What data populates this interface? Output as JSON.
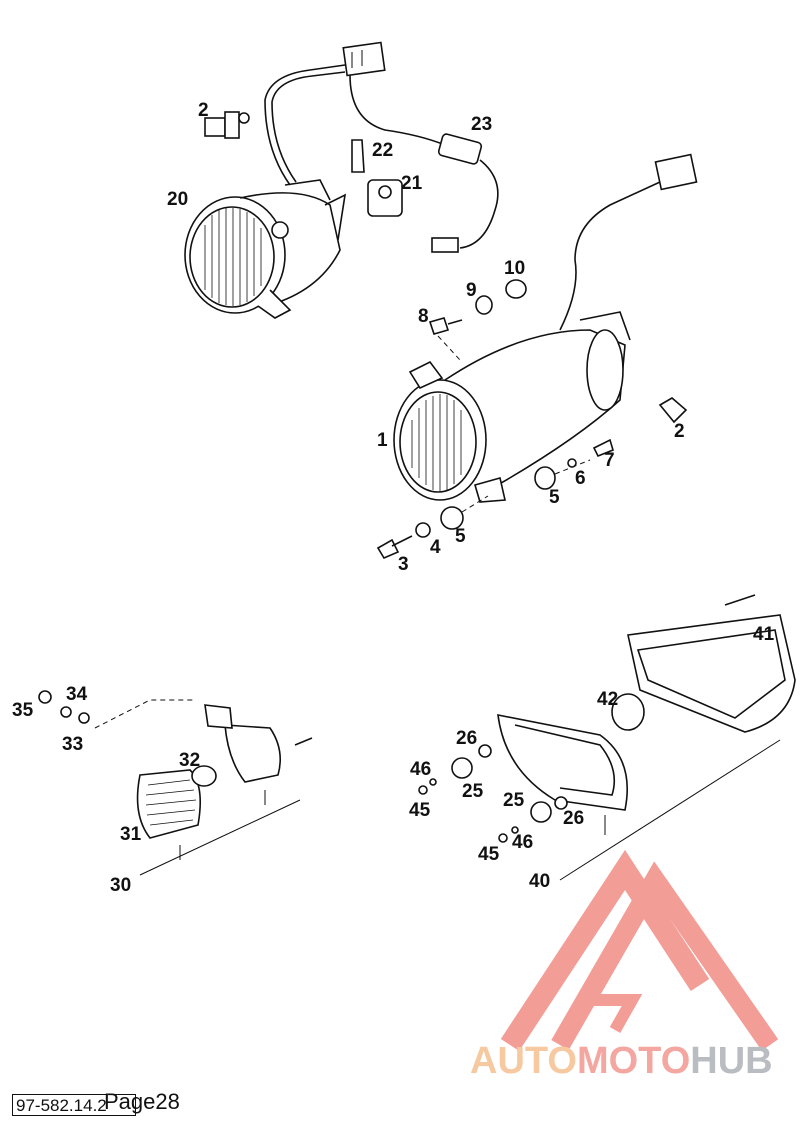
{
  "callouts": {
    "c1": "1",
    "c2a": "2",
    "c2b": "2",
    "c3": "3",
    "c4": "4",
    "c5a": "5",
    "c5b": "5",
    "c6": "6",
    "c7": "7",
    "c8": "8",
    "c9": "9",
    "c10": "10",
    "c20": "20",
    "c21": "21",
    "c22": "22",
    "c23": "23",
    "c25a": "25",
    "c25b": "25",
    "c26a": "26",
    "c26b": "26",
    "c30": "30",
    "c31": "31",
    "c32": "32",
    "c33": "33",
    "c34": "34",
    "c35": "35",
    "c40": "40",
    "c41": "41",
    "c42": "42",
    "c45a": "45",
    "c45b": "45",
    "c46a": "46",
    "c46b": "46"
  },
  "footer": {
    "doc_number": "97-582.14.2",
    "page_label": "Page28"
  },
  "watermark": {
    "part1": "AUTO",
    "part2": "MOTO",
    "part3": "HUB",
    "colors": {
      "auto": "#f6c9a0",
      "moto": "#f4a7a0",
      "hub": "#b9bcc0",
      "triangle": "#f08a84"
    }
  }
}
